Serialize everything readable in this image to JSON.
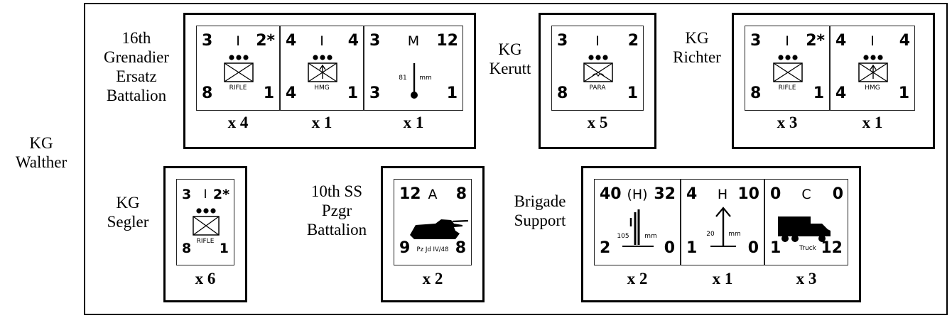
{
  "labels": {
    "kg_walther": "KG\nWalther",
    "grenadier": "16th\nGrenadier\nErsatz\nBattalion",
    "kerutt": "KG\nKerutt",
    "richter": "KG\nRichter",
    "segler": "KG\nSegler",
    "pzgr": "10th SS\nPzgr\nBattalion",
    "brigade": "Brigade\nSupport"
  },
  "counters": {
    "rifle1": {
      "tl": "3",
      "tc": "I",
      "tr": "2*",
      "bl": "8",
      "br": "1",
      "type": "RIFLE"
    },
    "hmg1": {
      "tl": "4",
      "tc": "I",
      "tr": "4",
      "bl": "4",
      "br": "1",
      "type": "HMG"
    },
    "mortar": {
      "tl": "3",
      "tc": "M",
      "tr": "12",
      "bl": "3",
      "br": "1",
      "cal": "81",
      "unit": "mm"
    },
    "para": {
      "tl": "3",
      "tc": "I",
      "tr": "2",
      "bl": "8",
      "br": "1",
      "type": "PARA"
    },
    "rifle2": {
      "tl": "3",
      "tc": "I",
      "tr": "2*",
      "bl": "8",
      "br": "1",
      "type": "RIFLE"
    },
    "hmg2": {
      "tl": "4",
      "tc": "I",
      "tr": "4",
      "bl": "4",
      "br": "1",
      "type": "HMG"
    },
    "rifle3": {
      "tl": "3",
      "tc": "I",
      "tr": "2*",
      "bl": "8",
      "br": "1",
      "type": "RIFLE"
    },
    "tank": {
      "tl": "12",
      "tc": "A",
      "tr": "8",
      "bl": "9",
      "br": "8",
      "type": "Pz Jd IV/48"
    },
    "howitzer": {
      "tl": "40",
      "tc": "(H)",
      "tr": "32",
      "bl": "2",
      "br": "0",
      "cal": "105",
      "unit": "mm"
    },
    "flak": {
      "tl": "4",
      "tc": "H",
      "tr": "10",
      "bl": "1",
      "br": "0",
      "cal": "20",
      "unit": "mm"
    },
    "truck": {
      "tl": "0",
      "tc": "C",
      "tr": "0",
      "bl": "1",
      "br": "12",
      "type": "Truck"
    }
  },
  "quantities": {
    "rifle1": "x 4",
    "hmg1": "x 1",
    "mortar": "x 1",
    "para": "x 5",
    "rifle2": "x 3",
    "hmg2": "x 1",
    "rifle3": "x 6",
    "tank": "x 2",
    "howitzer": "x 2",
    "flak": "x 1",
    "truck": "x 3"
  }
}
